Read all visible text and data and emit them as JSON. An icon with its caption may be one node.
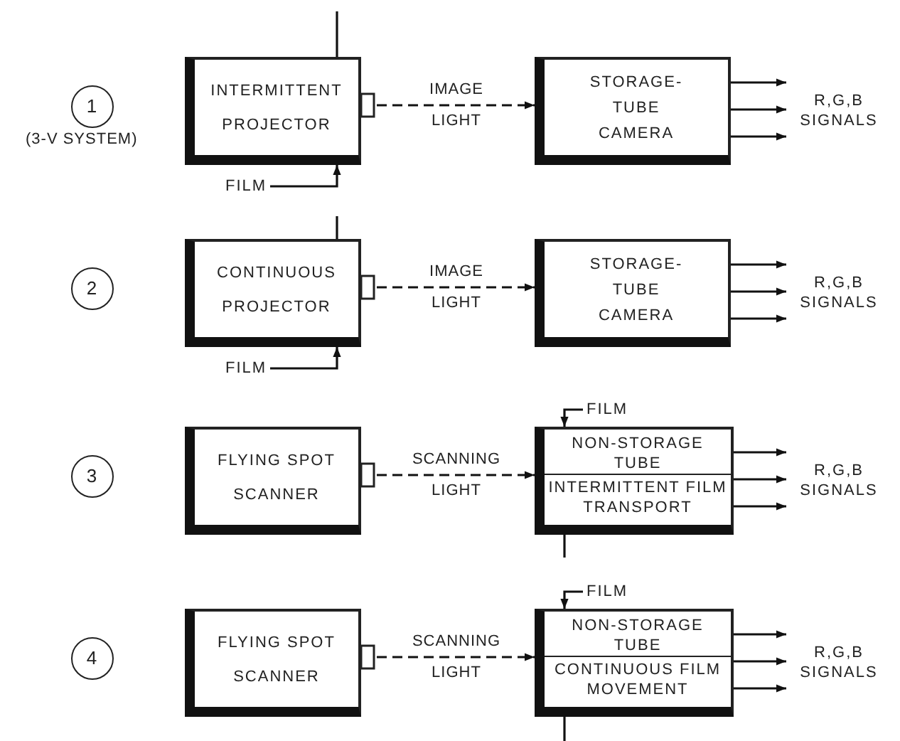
{
  "diagram": {
    "nodes": [
      {
        "text": [
          "1"
        ],
        "beside": [
          "(3-V SYSTEM)"
        ]
      },
      {
        "text": [
          "INTERMITTENT PROJECTOR"
        ]
      },
      {
        "text": [
          "STORAGE- TUBE CAMERA"
        ]
      },
      {
        "text": [
          "R,G,B SIGNALS"
        ]
      },
      {
        "text": [
          "FILM"
        ]
      },
      {
        "text": [
          "2"
        ]
      },
      {
        "text": [
          "CONTINUOUS PROJECTOR"
        ]
      },
      {
        "text": [
          "STORAGE- TUBE CAMERA"
        ]
      },
      {
        "text": [
          "R,G,B SIGNALS"
        ]
      },
      {
        "text": [
          "FILM"
        ]
      },
      {
        "text": [
          "3"
        ]
      },
      {
        "text": [
          "FLYING SPOT SCANNER"
        ]
      },
      {
        "text": [
          "NON-STORAGE TUBE",
          "INTERMITTENT FILM TRANSPORT"
        ]
      },
      {
        "text": [
          "R,G,B SIGNALS"
        ]
      },
      {
        "text": [
          "FILM"
        ]
      },
      {
        "text": [
          "4"
        ]
      },
      {
        "text": [
          "FLYING SPOT SCANNER"
        ]
      },
      {
        "text": [
          "NON-STORAGE TUBE",
          "CONTINUOUS FILM MOVEMENT"
        ]
      },
      {
        "text": [
          "R,G,B SIGNALS"
        ]
      },
      {
        "text": [
          "FILM"
        ]
      }
    ],
    "edges": [
      {
        "from": 1,
        "to": 2,
        "arrow": "to",
        "label": "IMAGE LIGHT",
        "style": "dashed"
      },
      {
        "from": 2,
        "to": 3,
        "arrow": "to"
      },
      {
        "from": 2,
        "to": 3,
        "arrow": "to"
      },
      {
        "from": 2,
        "to": 3,
        "arrow": "to"
      },
      {
        "from": 4,
        "to": 1,
        "arrow": "to"
      },
      {
        "from": 1,
        "to": null,
        "arrow": "none"
      },
      {
        "from": 6,
        "to": 7,
        "arrow": "to",
        "label": "IMAGE LIGHT",
        "style": "dashed"
      },
      {
        "from": 7,
        "to": 8,
        "arrow": "to"
      },
      {
        "from": 7,
        "to": 8,
        "arrow": "to"
      },
      {
        "from": 7,
        "to": 8,
        "arrow": "to"
      },
      {
        "from": 9,
        "to": 6,
        "arrow": "to"
      },
      {
        "from": 6,
        "to": null,
        "arrow": "none"
      },
      {
        "from": 11,
        "to": 12,
        "arrow": "to",
        "label": "SCANNING LIGHT",
        "style": "dashed"
      },
      {
        "from": 12,
        "to": 13,
        "arrow": "to"
      },
      {
        "from": 12,
        "to": 13,
        "arrow": "to"
      },
      {
        "from": 12,
        "to": 13,
        "arrow": "to"
      },
      {
        "from": 14,
        "to": 12,
        "arrow": "to"
      },
      {
        "from": 12,
        "to": null,
        "arrow": "none"
      },
      {
        "from": 16,
        "to": 17,
        "arrow": "to",
        "label": "SCANNING LIGHT",
        "style": "dashed"
      },
      {
        "from": 17,
        "to": 18,
        "arrow": "to"
      },
      {
        "from": 17,
        "to": 18,
        "arrow": "to"
      },
      {
        "from": 17,
        "to": 18,
        "arrow": "to"
      },
      {
        "from": 19,
        "to": 17,
        "arrow": "to"
      },
      {
        "from": 17,
        "to": null,
        "arrow": "none"
      }
    ]
  }
}
